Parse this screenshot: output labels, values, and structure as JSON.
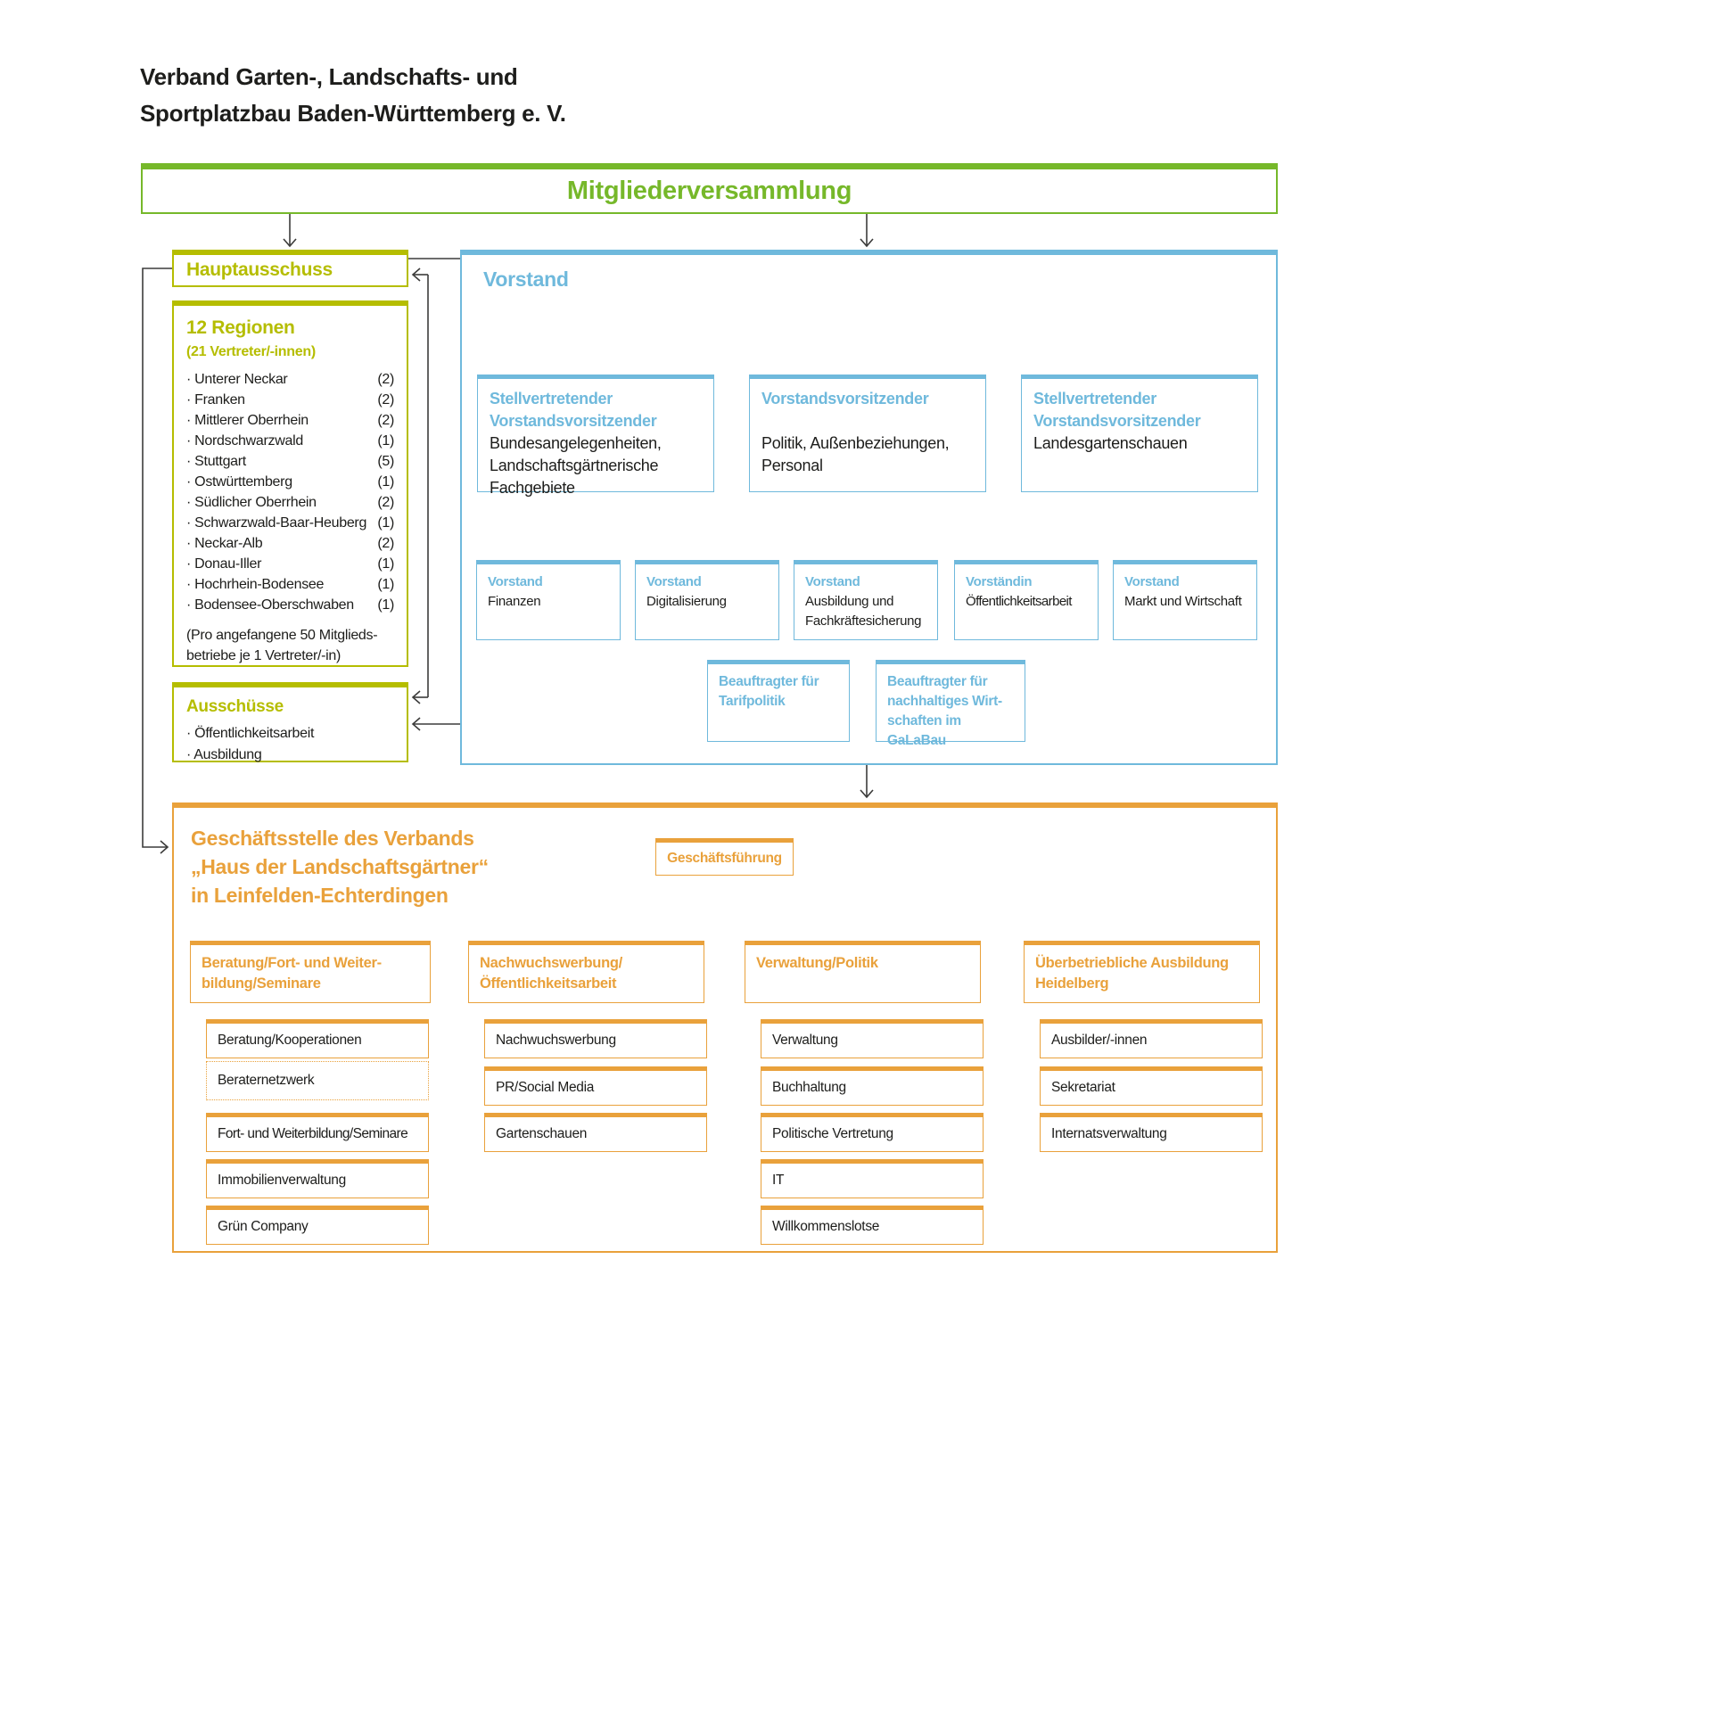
{
  "org": {
    "title_line1": "Verband Garten-, Landschafts- und",
    "title_line2": "Sportplatzbau Baden-Württemberg e. V."
  },
  "colors": {
    "green": "#76b82a",
    "lime": "#b5bd00",
    "blue": "#6fb9dc",
    "orange": "#e9a13b",
    "text": "#1d1d1b",
    "wire": "#3c3c3b"
  },
  "mitgliederversammlung": {
    "label": "Mitgliederversammlung"
  },
  "hauptausschuss": {
    "label": "Hauptausschuss"
  },
  "regionen": {
    "title": "12 Regionen",
    "subtitle": "(21 Vertreter/-innen)",
    "items": [
      {
        "name": "· Unterer Neckar",
        "count": "(2)"
      },
      {
        "name": "· Franken",
        "count": "(2)"
      },
      {
        "name": "· Mittlerer Oberrhein",
        "count": "(2)"
      },
      {
        "name": "· Nordschwarzwald",
        "count": "(1)"
      },
      {
        "name": "· Stuttgart",
        "count": "(5)"
      },
      {
        "name": "· Ostwürttemberg",
        "count": "(1)"
      },
      {
        "name": "· Südlicher Oberrhein",
        "count": "(2)"
      },
      {
        "name": "· Schwarzwald-Baar-Heuberg",
        "count": "(1)"
      },
      {
        "name": "· Neckar-Alb",
        "count": "(2)"
      },
      {
        "name": "· Donau-Iller",
        "count": "(1)"
      },
      {
        "name": "· Hochrhein-Bodensee",
        "count": "(1)"
      },
      {
        "name": "· Bodensee-Oberschwaben",
        "count": "(1)"
      }
    ],
    "footnote_line1": "(Pro angefangene 50 Mitglieds-",
    "footnote_line2": "betriebe je 1 Vertreter/-in)"
  },
  "ausschuesse": {
    "title": "Ausschüsse",
    "item1": "· Öffentlichkeitsarbeit",
    "item2": "· Ausbildung"
  },
  "vorstand": {
    "label": "Vorstand",
    "top_boxes": [
      {
        "title1": "Stellvertretender",
        "title2": "Vorstandsvorsitzender",
        "body1": "Bundesangelegenheiten,",
        "body2": "Landschaftsgärtnerische",
        "body3": "Fachgebiete"
      },
      {
        "title1": "Vorstandsvorsitzender",
        "title2": "",
        "body1": "Politik, Außenbeziehungen,",
        "body2": "Personal",
        "body3": ""
      },
      {
        "title1": "Stellvertretender",
        "title2": "Vorstandsvorsitzender",
        "body1": "Landesgartenschauen",
        "body2": "",
        "body3": ""
      }
    ],
    "ressorts": [
      {
        "title": "Vorstand",
        "body": "Finanzen"
      },
      {
        "title": "Vorstand",
        "body": "Digitalisierung"
      },
      {
        "title": "Vorstand",
        "body": "Ausbildung und Fachkräftesicherung"
      },
      {
        "title": "Vorständin",
        "body": "Öffentlichkeitsarbeit"
      },
      {
        "title": "Vorstand",
        "body": "Markt und Wirtschaft"
      }
    ],
    "beauftragte": [
      {
        "line1": "Beauftragter für",
        "line2": "Tarifpolitik",
        "line3": ""
      },
      {
        "line1": "Beauftragter für",
        "line2": "nachhaltiges Wirt-",
        "line3": "schaften im GaLaBau"
      }
    ]
  },
  "geschaeftsstelle": {
    "heading_line1": "Geschäftsstelle des Verbands",
    "heading_line2": "„Haus der Landschaftsgärtner“",
    "heading_line3": "in Leinfelden-Echterdingen",
    "geschaeftsfuehrung": "Geschäftsführung",
    "columns": [
      {
        "title1": "Beratung/Fort- und Weiter-",
        "title2": "bildung/Seminare",
        "items": [
          {
            "label": "Beratung/Kooperationen"
          },
          {
            "label": "Beraternetzwerk"
          },
          {
            "label": "Fort- und Weiterbildung/Seminare"
          },
          {
            "label": "Immobilienverwaltung"
          },
          {
            "label": "Grün Company"
          }
        ]
      },
      {
        "title1": "Nachwuchswerbung/",
        "title2": "Öffentlichkeitsarbeit",
        "items": [
          {
            "label": "Nachwuchswerbung"
          },
          {
            "label": "PR/Social Media"
          },
          {
            "label": "Gartenschauen"
          }
        ]
      },
      {
        "title1": "Verwaltung/Politik",
        "title2": "",
        "items": [
          {
            "label": "Verwaltung"
          },
          {
            "label": "Buchhaltung"
          },
          {
            "label": "Politische Vertretung"
          },
          {
            "label": "IT"
          },
          {
            "label": "Willkommenslotse"
          }
        ]
      },
      {
        "title1": "Überbetriebliche Ausbildung",
        "title2": "Heidelberg",
        "items": [
          {
            "label": "Ausbilder/-innen"
          },
          {
            "label": "Sekretariat"
          },
          {
            "label": "Internatsverwaltung"
          }
        ]
      }
    ]
  }
}
